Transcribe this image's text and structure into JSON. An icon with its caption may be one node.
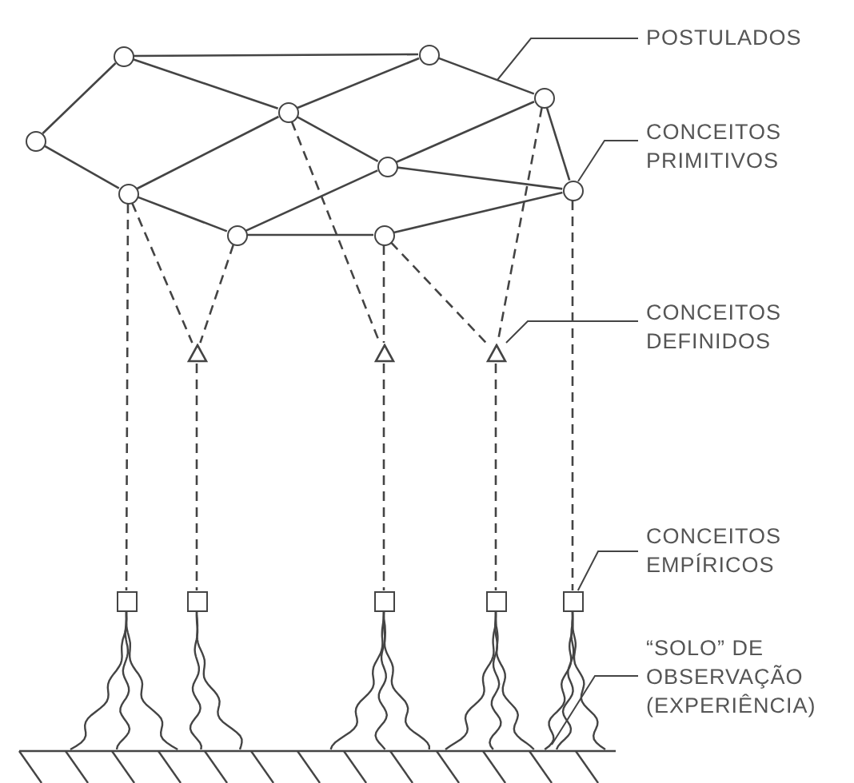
{
  "diagram": {
    "nodes": [
      {
        "text": [],
        "shape": "circle"
      },
      {
        "text": [],
        "shape": "circle"
      },
      {
        "text": [],
        "shape": "circle"
      },
      {
        "text": [],
        "shape": "circle"
      },
      {
        "text": [],
        "shape": "circle"
      },
      {
        "text": [],
        "shape": "circle"
      },
      {
        "text": [],
        "shape": "circle"
      },
      {
        "text": [],
        "shape": "circle"
      },
      {
        "text": [],
        "shape": "circle"
      },
      {
        "text": [],
        "shape": "circle"
      },
      {
        "text": [],
        "shape": "triangle"
      },
      {
        "text": [],
        "shape": "triangle"
      },
      {
        "text": [],
        "shape": "triangle"
      },
      {
        "text": [],
        "shape": "box"
      },
      {
        "text": [],
        "shape": "box"
      },
      {
        "text": [],
        "shape": "box"
      },
      {
        "text": [],
        "shape": "box"
      },
      {
        "text": [],
        "shape": "box"
      },
      {
        "text": [
          "POSTULADOS"
        ]
      },
      {
        "text": [
          "CONCEITOS PRIMITIVOS"
        ]
      },
      {
        "text": [
          "CONCEITOS DEFINIDOS"
        ]
      },
      {
        "text": [
          "CONCEITOS EMPÍRICOS"
        ]
      },
      {
        "text": [
          "“SOLO” DE OBSERVAÇÃO (EXPERIÊNCIA)"
        ]
      }
    ],
    "edges": [
      {
        "from": 0,
        "to": 1,
        "arrow": "none"
      },
      {
        "from": 0,
        "to": 3,
        "arrow": "none"
      },
      {
        "from": 0,
        "to": 2,
        "arrow": "none"
      },
      {
        "from": 1,
        "to": 3,
        "arrow": "none"
      },
      {
        "from": 1,
        "to": 4,
        "arrow": "none"
      },
      {
        "from": 2,
        "to": 6,
        "arrow": "none"
      },
      {
        "from": 3,
        "to": 6,
        "arrow": "none"
      },
      {
        "from": 3,
        "to": 5,
        "arrow": "none"
      },
      {
        "from": 4,
        "to": 5,
        "arrow": "none"
      },
      {
        "from": 4,
        "to": 9,
        "arrow": "none"
      },
      {
        "from": 5,
        "to": 7,
        "arrow": "none"
      },
      {
        "from": 5,
        "to": 9,
        "arrow": "none"
      },
      {
        "from": 6,
        "to": 7,
        "arrow": "none"
      },
      {
        "from": 7,
        "to": 8,
        "arrow": "none"
      },
      {
        "from": 8,
        "to": 9,
        "arrow": "none"
      },
      {
        "from": 6,
        "to": 13,
        "arrow": "none",
        "style": "dashed"
      },
      {
        "from": 6,
        "to": 10,
        "arrow": "none",
        "style": "dashed"
      },
      {
        "from": 7,
        "to": 10,
        "arrow": "none",
        "style": "dashed"
      },
      {
        "from": 10,
        "to": 14,
        "arrow": "none",
        "style": "dashed"
      },
      {
        "from": 3,
        "to": 11,
        "arrow": "none",
        "style": "dashed"
      },
      {
        "from": 8,
        "to": 11,
        "arrow": "none",
        "style": "dashed"
      },
      {
        "from": 11,
        "to": 15,
        "arrow": "none",
        "style": "dashed"
      },
      {
        "from": 8,
        "to": 12,
        "arrow": "none",
        "style": "dashed"
      },
      {
        "from": 4,
        "to": 12,
        "arrow": "none",
        "style": "dashed"
      },
      {
        "from": 12,
        "to": 16,
        "arrow": "none",
        "style": "dashed"
      },
      {
        "from": 9,
        "to": 17,
        "arrow": "none",
        "style": "dashed"
      },
      {
        "from": 18,
        "to": null,
        "arrow": "none"
      },
      {
        "from": 19,
        "to": 9,
        "arrow": "none"
      },
      {
        "from": 20,
        "to": 12,
        "arrow": "none"
      },
      {
        "from": 21,
        "to": 17,
        "arrow": "none"
      },
      {
        "from": 22,
        "to": null,
        "arrow": "none"
      }
    ]
  }
}
